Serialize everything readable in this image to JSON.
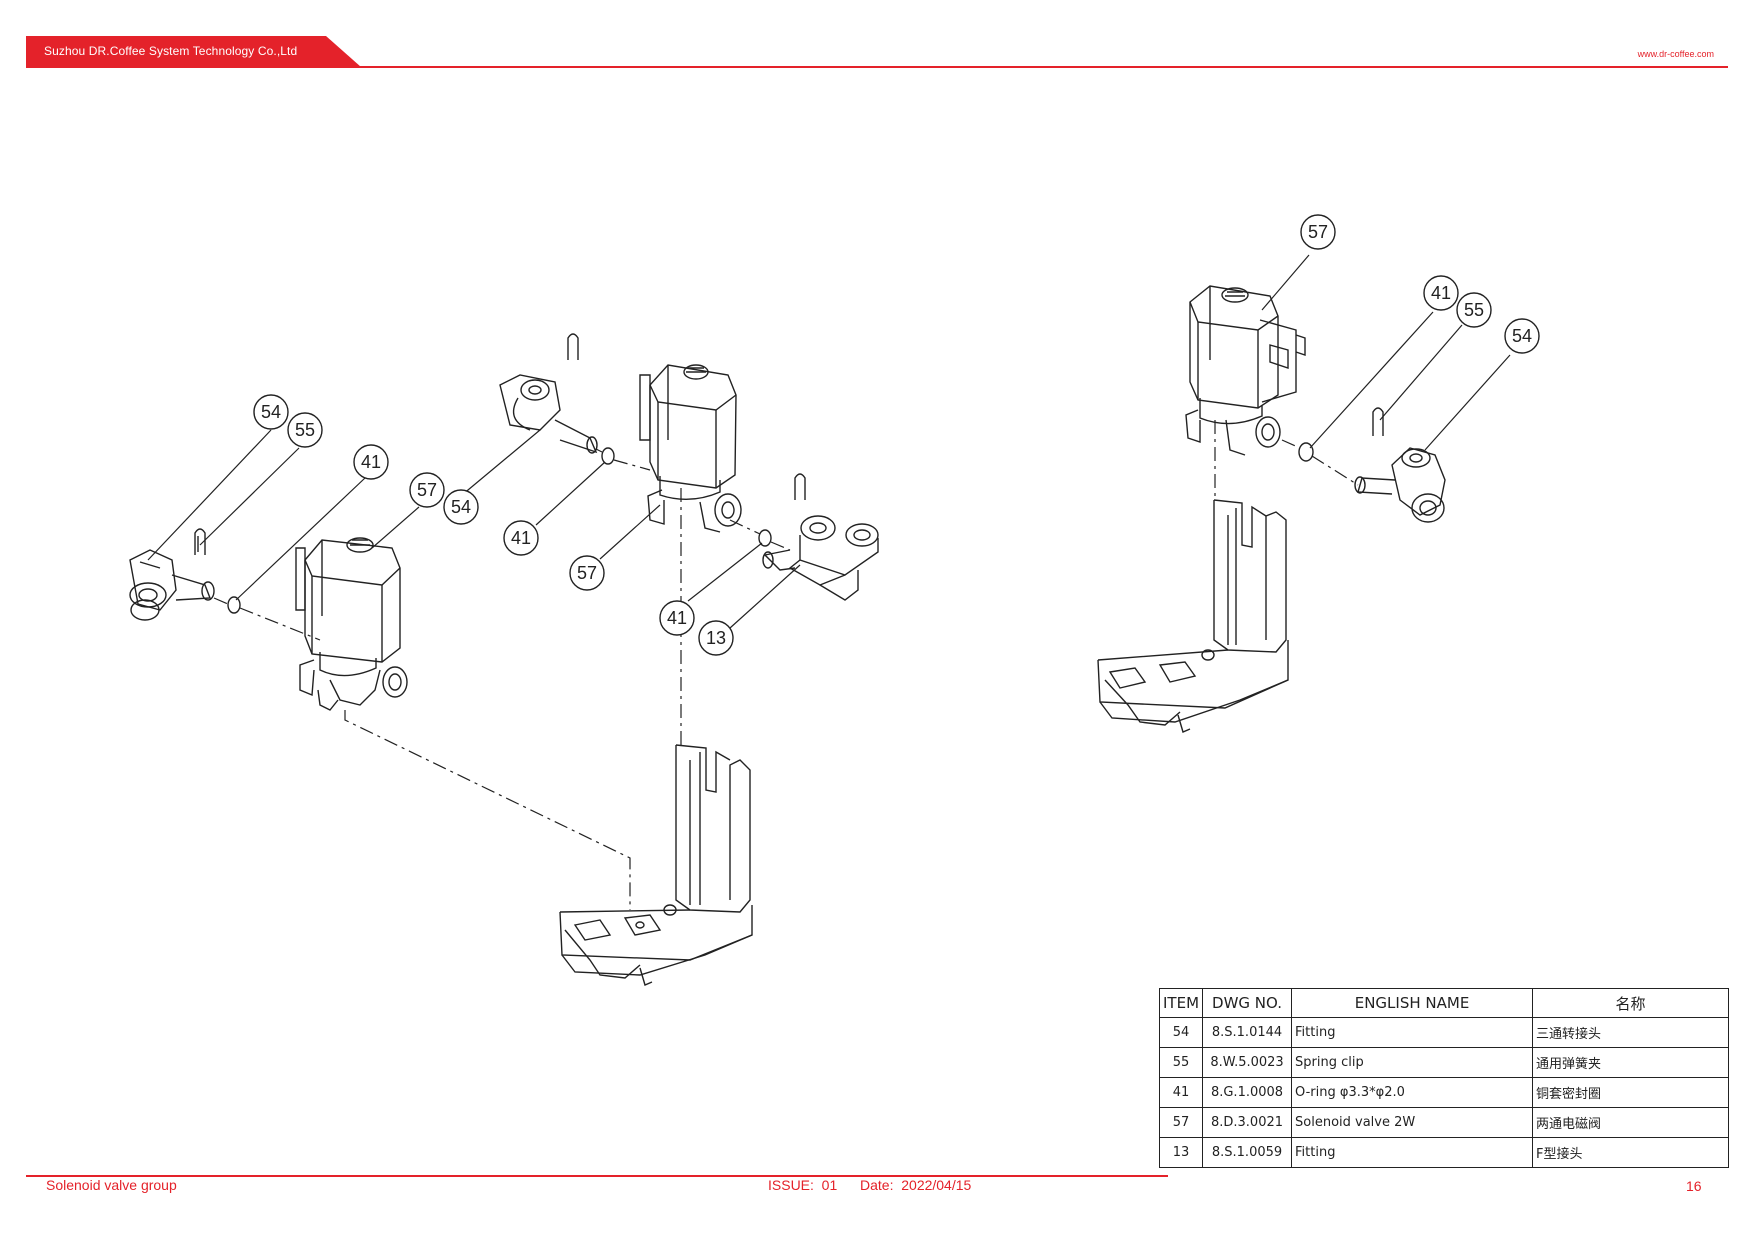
{
  "header": {
    "company": "Suzhou DR.Coffee System Technology Co.,Ltd",
    "website": "www.dr-coffee.com"
  },
  "drawing": {
    "callouts": [
      "54",
      "55",
      "41",
      "57",
      "54",
      "41",
      "57",
      "41",
      "13",
      "57",
      "41",
      "55",
      "54"
    ]
  },
  "bom": {
    "headers": {
      "item": "ITEM",
      "dwg": "DWG NO.",
      "english": "ENGLISH NAME",
      "chinese": "名称"
    },
    "rows": [
      {
        "item": "54",
        "dwg": "8.S.1.0144",
        "english": "Fitting",
        "chinese": "三通转接头"
      },
      {
        "item": "55",
        "dwg": "8.W.5.0023",
        "english": "Spring clip",
        "chinese": "通用弹簧夹"
      },
      {
        "item": "41",
        "dwg": "8.G.1.0008",
        "english": "O-ring φ3.3*φ2.0",
        "chinese": "铜套密封圈"
      },
      {
        "item": "57",
        "dwg": "8.D.3.0021",
        "english": "Solenoid valve 2W",
        "chinese": "两通电磁阀"
      },
      {
        "item": "13",
        "dwg": "8.S.1.0059",
        "english": "Fitting",
        "chinese": "F型接头"
      }
    ]
  },
  "footer": {
    "title": "Solenoid valve group",
    "issue": "ISSUE:  01",
    "date": "Date:  2022/04/15",
    "page": "16"
  },
  "colors": {
    "accent": "#e4222a",
    "line": "#222222"
  }
}
